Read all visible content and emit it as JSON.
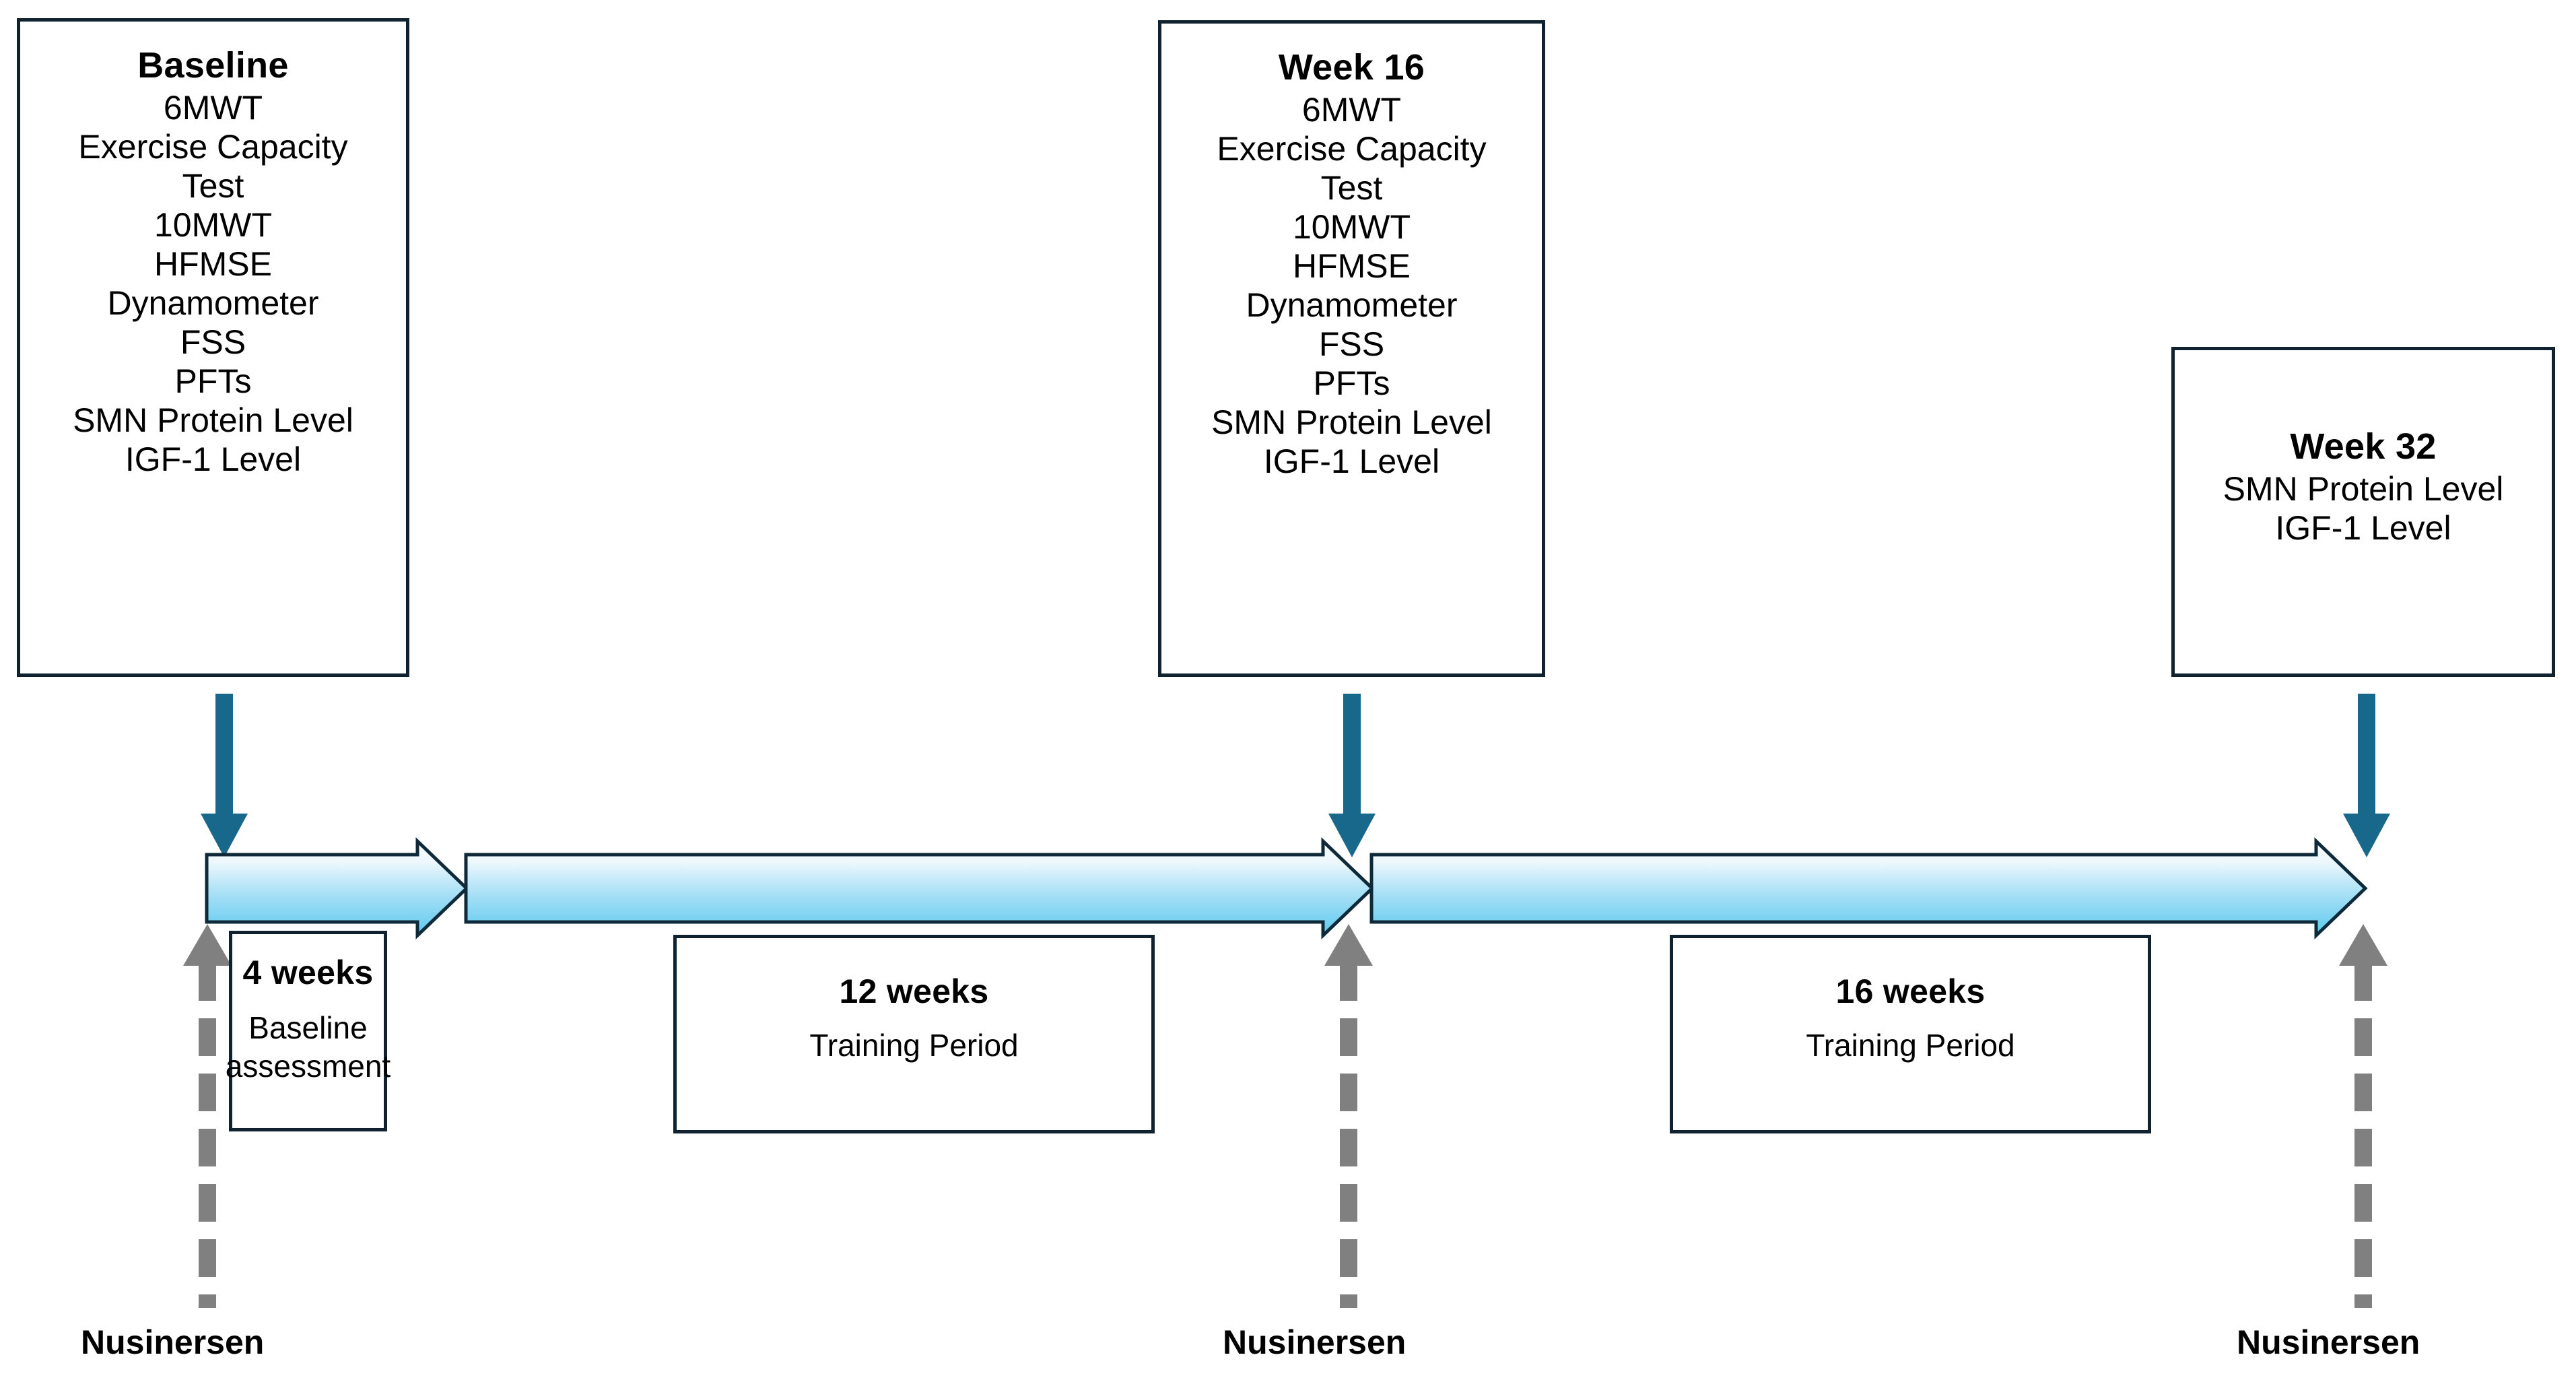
{
  "figure": {
    "title": "Study timeline flow diagram",
    "colors": {
      "box_border": "#102230",
      "band_arrow_outline": "#0E2A3A",
      "band_gradient_top": "#F2FAFD",
      "band_gradient_bottom": "#62CBEE",
      "down_arrow": "#17688B",
      "dashed_arrow": "#808080",
      "text": "#000000",
      "background": "#FFFFFF"
    }
  },
  "assessment_boxes": [
    {
      "id": "baseline",
      "title": "Baseline",
      "items": [
        "6MWT",
        "Exercise Capacity",
        "Test",
        "10MWT",
        "HFMSE",
        "Dynamometer",
        "FSS",
        "PFTs",
        "SMN Protein Level",
        "IGF-1 Level"
      ]
    },
    {
      "id": "week16",
      "title": "Week 16",
      "items": [
        "6MWT",
        "Exercise Capacity",
        "Test",
        "10MWT",
        "HFMSE",
        "Dynamometer",
        "FSS",
        "PFTs",
        "SMN Protein Level",
        "IGF-1 Level"
      ]
    },
    {
      "id": "week32",
      "title": "Week 32",
      "items": [
        "SMN Protein Level",
        "IGF-1 Level"
      ]
    }
  ],
  "period_boxes": [
    {
      "id": "baseline-period",
      "title": "4 weeks",
      "lines": [
        "Baseline",
        "assessment"
      ]
    },
    {
      "id": "training-1",
      "title": "12 weeks",
      "lines": [
        "Training Period"
      ]
    },
    {
      "id": "training-2",
      "title": "16 weeks",
      "lines": [
        "Training Period"
      ]
    }
  ],
  "drug_labels": [
    {
      "id": "dose-1",
      "text": "Nusinersen"
    },
    {
      "id": "dose-2",
      "text": "Nusinersen"
    },
    {
      "id": "dose-3",
      "text": "Nusinersen"
    }
  ],
  "icons": {
    "down_arrow": "arrow-down-icon",
    "up_dashed_arrow": "arrow-up-dashed-icon",
    "band_arrow": "arrow-right-block-icon"
  }
}
